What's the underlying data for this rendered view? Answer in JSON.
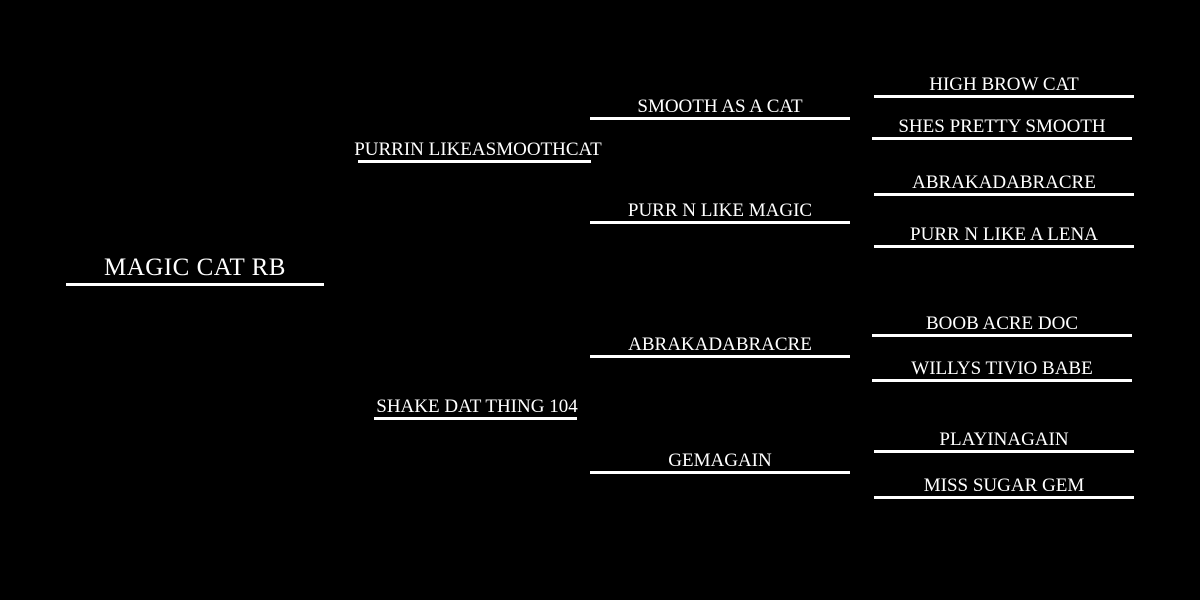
{
  "background_color": "#000000",
  "text_color": "#ffffff",
  "pedigree": {
    "subject": "MAGIC CAT RB",
    "sire": {
      "name": "PURRIN LIKEASMOOTHCAT",
      "sire": {
        "name": "SMOOTH AS A CAT",
        "sire": "HIGH BROW CAT",
        "dam": "SHES PRETTY SMOOTH"
      },
      "dam": {
        "name": "PURR N LIKE MAGIC",
        "sire": "ABRAKADABRACRE",
        "dam": "PURR N LIKE A LENA"
      }
    },
    "dam": {
      "name": "SHAKE DAT THING 104",
      "sire": {
        "name": "ABRAKADABRACRE",
        "sire": "BOOB ACRE DOC",
        "dam": "WILLYS TIVIO BABE"
      },
      "dam": {
        "name": "GEMAGAIN",
        "sire": "PLAYINAGAIN",
        "dam": "MISS SUGAR GEM"
      }
    }
  }
}
